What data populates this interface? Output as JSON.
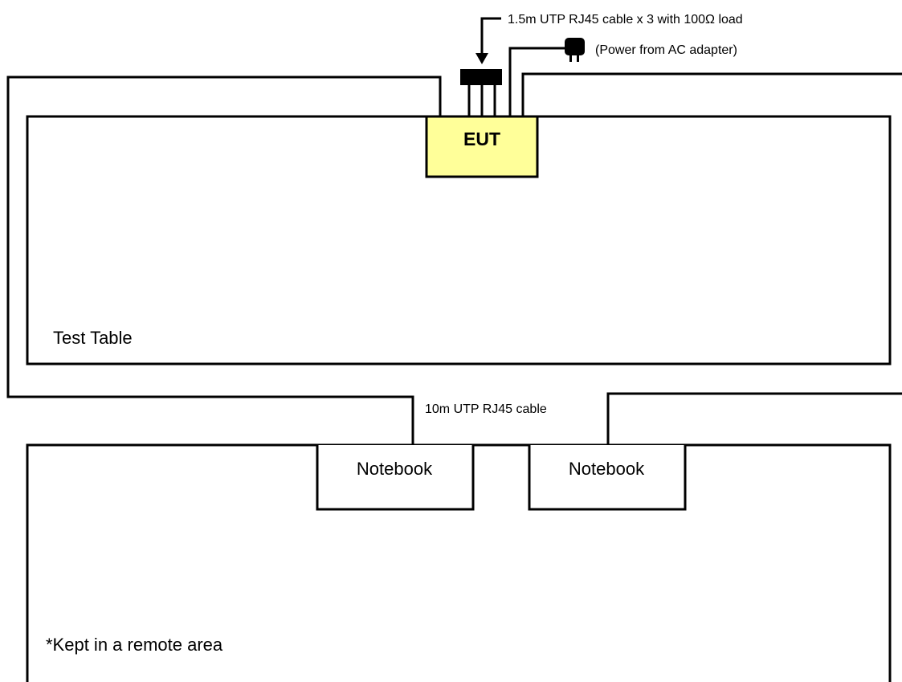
{
  "labels": {
    "eut": "EUT",
    "test_table": "Test Table",
    "remote_area": "*Kept in a remote area",
    "notebook_left": "Notebook",
    "notebook_right": "Notebook",
    "lan_cable": "10m UTP RJ45 cable",
    "rj45_load_cable": "1.5m UTP RJ45 cable x 3 with 100Ω  load",
    "power_source": "(Power from AC adapter)"
  },
  "colors": {
    "eut_fill": "#ffff99",
    "line": "#000000",
    "background": "#ffffff"
  },
  "icons": {
    "ac_adapter": "power-plug-icon",
    "rj45_load": "rj45-load-block-icon",
    "pointer": "down-arrow-icon"
  }
}
